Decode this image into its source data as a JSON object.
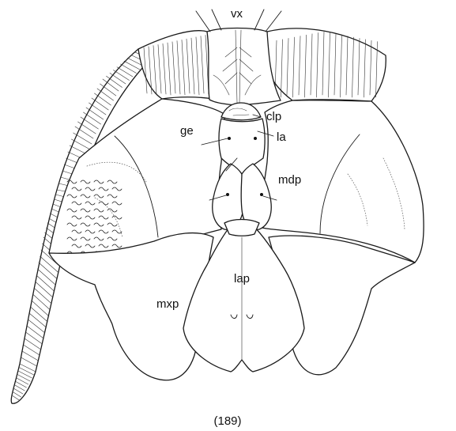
{
  "figure": {
    "caption": "(189)",
    "labels": {
      "vx": "vx",
      "clp": "clp",
      "ge": "ge",
      "la": "la",
      "mdp": "mdp",
      "lap": "lap",
      "mxp": "mxp"
    }
  }
}
